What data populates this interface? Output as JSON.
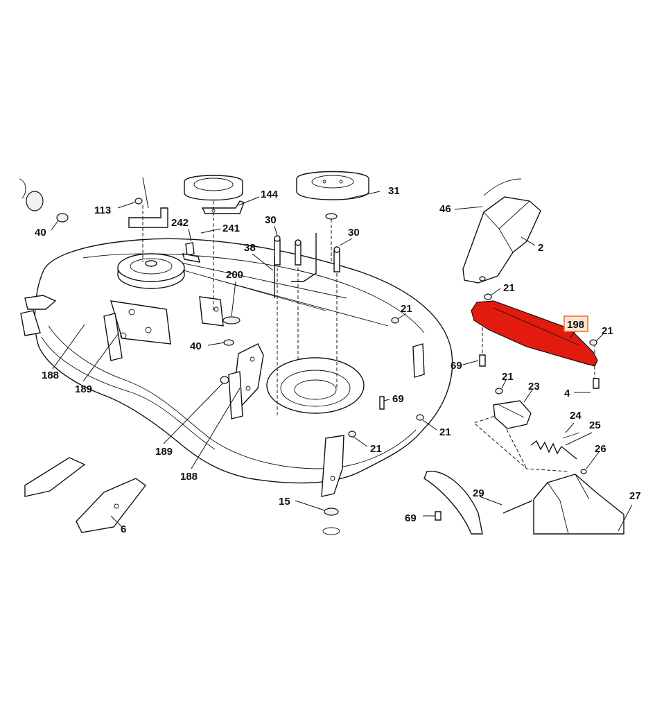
{
  "highlight": {
    "label": "198",
    "fill_color": "#e31b0f",
    "box_color": "#f07020"
  },
  "callouts": {
    "c113": "113",
    "c40a": "40",
    "c242": "242",
    "c241": "241",
    "c144": "144",
    "c31": "31",
    "c30a": "30",
    "c30b": "30",
    "c38": "38",
    "c200": "200",
    "c40b": "40",
    "c188a": "188",
    "c189a": "189",
    "c188b": "188",
    "c189b": "189",
    "c21a": "21",
    "c21b": "21",
    "c21c": "21",
    "c21d": "21",
    "c21e": "21",
    "c21f": "21",
    "c69a": "69",
    "c69b": "69",
    "c69c": "69",
    "c46": "46",
    "c2": "2",
    "c4": "4",
    "c23": "23",
    "c24": "24",
    "c25": "25",
    "c26": "26",
    "c27": "27",
    "c29": "29",
    "c15": "15",
    "c6": "6"
  }
}
